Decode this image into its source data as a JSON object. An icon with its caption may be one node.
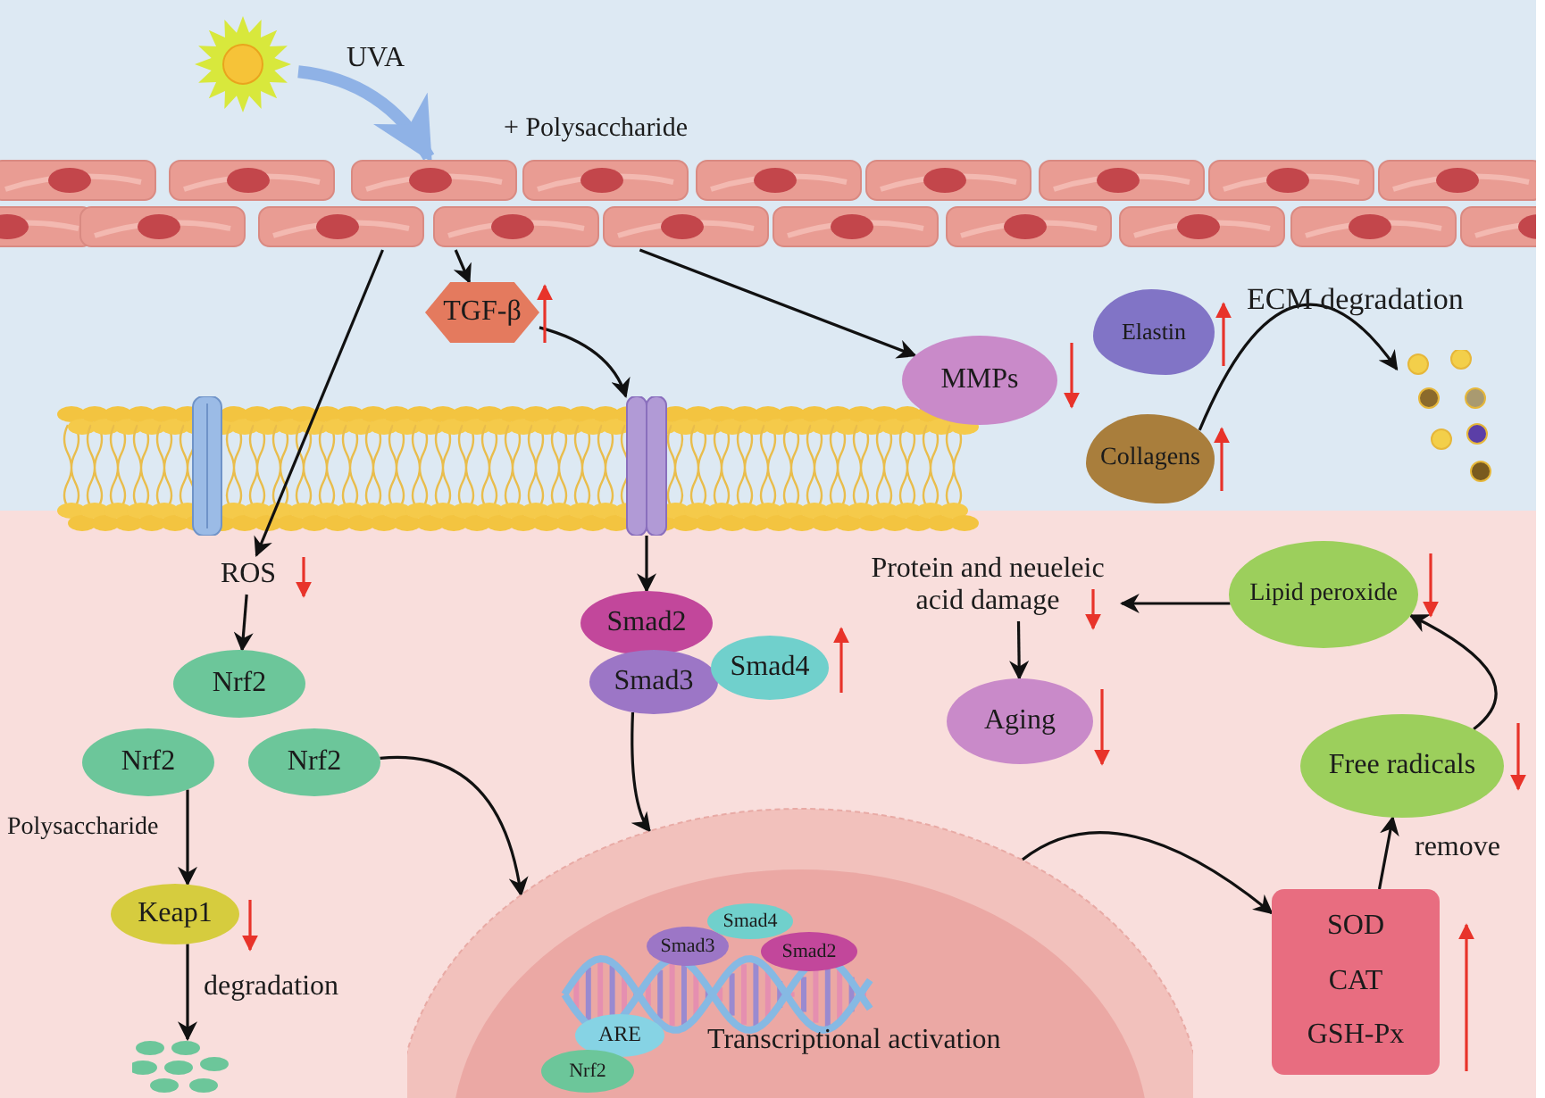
{
  "diagram": {
    "nodes": [
      {
        "text": [],
        "shape": "picture"
      },
      {
        "text": [],
        "shape": "picture",
        "beside": [
          "+ Polysaccharide"
        ]
      },
      {
        "text": [
          "TGF-β"
        ]
      },
      {
        "text": [],
        "shape": "picture"
      },
      {
        "text": [],
        "shape": "picture"
      },
      {
        "text": [
          "ROS"
        ]
      },
      {
        "text": [
          "Nrf2"
        ]
      },
      {
        "text": [
          "Nrf2"
        ]
      },
      {
        "text": [
          "Nrf2"
        ]
      },
      {
        "text": [
          "Keap1"
        ]
      },
      {
        "text": [],
        "shape": "picture"
      },
      {
        "text": [
          "Smad2"
        ]
      },
      {
        "text": [
          "Smad3"
        ]
      },
      {
        "text": [
          "Smad4"
        ]
      },
      {
        "text": [
          "Transcriptional activation"
        ]
      },
      {
        "text": [
          "Smad3"
        ],
        "in": 14
      },
      {
        "text": [
          "Smad4"
        ],
        "in": 14
      },
      {
        "text": [
          "Smad2"
        ],
        "in": 14
      },
      {
        "text": [
          "ARE"
        ],
        "in": 14
      },
      {
        "text": [
          "Nrf2"
        ],
        "in": 14
      },
      {
        "text": [
          "MMPs"
        ]
      },
      {
        "text": [
          "Elastin"
        ]
      },
      {
        "text": [
          "Collagens"
        ]
      },
      {
        "text": [],
        "shape": "picture"
      },
      {
        "text": [
          "Lipid peroxide"
        ]
      },
      {
        "text": [
          "Protein and neueleic acid damage"
        ]
      },
      {
        "text": [
          "Aging"
        ]
      },
      {
        "text": [
          "Free radicals"
        ]
      },
      {
        "text": [
          "SOD",
          "CAT",
          "GSH-Px"
        ]
      }
    ],
    "edges": [
      {
        "from": 0,
        "to": 1,
        "arrow": "to",
        "label": "UVA",
        "style": "thick",
        "color": "#8fb2e6"
      },
      {
        "from": 1,
        "to": 5,
        "arrow": "to"
      },
      {
        "from": 1,
        "to": 2,
        "arrow": "to"
      },
      {
        "from": 1,
        "to": 20,
        "arrow": "to"
      },
      {
        "from": 2,
        "to": 4,
        "arrow": "to"
      },
      {
        "from": 4,
        "to": 11,
        "arrow": "to"
      },
      {
        "from": 5,
        "to": 6,
        "arrow": "to"
      },
      {
        "from": 7,
        "to": 9,
        "arrow": "to",
        "label": "Polysaccharide"
      },
      {
        "from": 9,
        "to": 10,
        "arrow": "to",
        "label": "degradation"
      },
      {
        "from": 8,
        "to": 14,
        "arrow": "to"
      },
      {
        "from": 12,
        "to": 14,
        "arrow": "to"
      },
      {
        "from": 14,
        "to": 28,
        "arrow": "to"
      },
      {
        "from": 28,
        "to": 27,
        "arrow": "to",
        "label": "remove"
      },
      {
        "from": 27,
        "to": 24,
        "arrow": "to"
      },
      {
        "from": 24,
        "to": 25,
        "arrow": "to"
      },
      {
        "from": 25,
        "to": 26,
        "arrow": "to"
      },
      {
        "from": 22,
        "to": 23,
        "arrow": "to"
      }
    ],
    "labels": [
      "ECM degradation"
    ]
  }
}
